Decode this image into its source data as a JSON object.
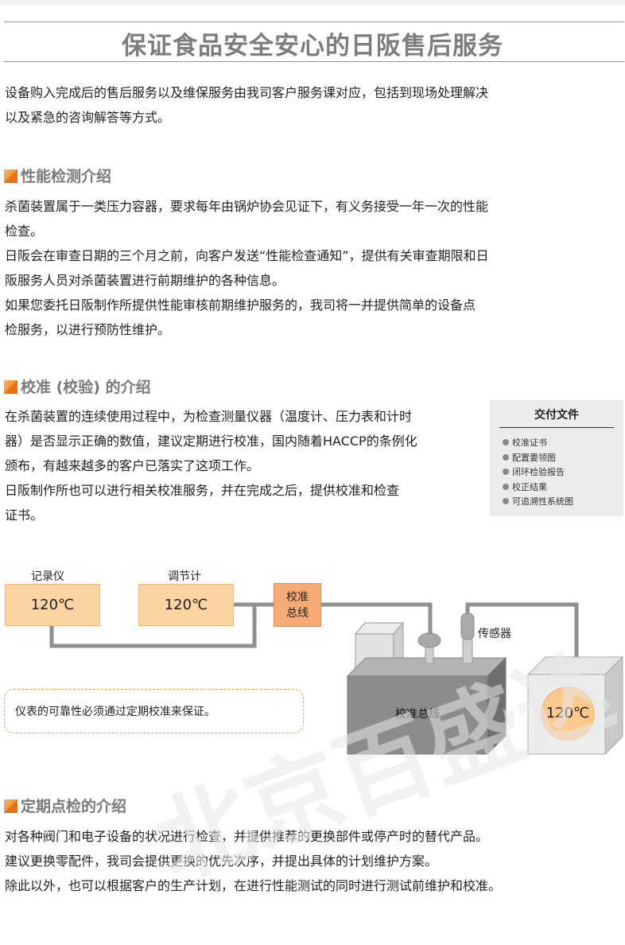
{
  "page": {
    "title": "保证食品安全安心的日阪售后服务",
    "intro": [
      "设备购入完成后的售后服务以及维保服务由我司客户服务课对应，包括到现场处理解决",
      "以及紧急的咨询解答等方式。"
    ]
  },
  "sections": {
    "performance": {
      "heading": "性能检测介绍",
      "lines": [
        "杀菌装置属于一类压力容器，要求每年由锅炉协会见证下，有义务接受一年一次的性能",
        "检查。",
        "日阪会在审查日期的三个月之前，向客户发送“性能检查通知”，提供有关审查期限和日",
        "阪服务人员对杀菌装置进行前期维护的各种信息。",
        "如果您委托日阪制作所提供性能审核前期维护服务的，我司将一并提供简单的设备点",
        "检服务，以进行预防性维护。"
      ]
    },
    "calibration": {
      "heading": "校准 (校验) 的介绍",
      "lines": [
        "在杀菌装置的连续使用过程中，为检查测量仪器（温度计、压力表和计时",
        "器）是否显示正确的数值，建议定期进行校准，国内随着HACCP的条例化",
        "颁布，有越来越多的客户已落实了这项工作。",
        "日阪制作所也可以进行相关校准服务，并在完成之后，提供校准和检查",
        "证书。"
      ],
      "docs": {
        "title": "交付文件",
        "items": [
          "校准证书",
          "配置要领图",
          "闭环检验报告",
          "校正结果",
          "可追溯性系统图"
        ]
      }
    },
    "inspection": {
      "heading": "定期点检的介绍",
      "lines": [
        "对各种阀门和电子设备的状况进行检查，并提供推荐的更换部件或停产时的替代产品。",
        "建议更换零配件，我司会提供更换的优先次序，并提出具体的计划维护方案。",
        "除此以外，也可以根据客户的生产计划，在进行性能测试的同时进行测试前维护和校准。"
      ]
    }
  },
  "diagram": {
    "recorder_label": "记录仪",
    "recorder_value": "120℃",
    "controller_label": "调节计",
    "controller_value": "120℃",
    "cal_bus_box": [
      "校准",
      "总线"
    ],
    "sensor_label": "传感器",
    "machine_label": "校准总线",
    "sensor_value": "120℃",
    "note": "仪表的可靠性必须通过定期校准来保证。"
  },
  "watermark": "北京百盛达",
  "colors": {
    "accent_orange": "#f39533",
    "box_fill": "#fcd3a3",
    "bus_fill": "#f7ab74",
    "machine_gray": "#8c8c8c"
  }
}
